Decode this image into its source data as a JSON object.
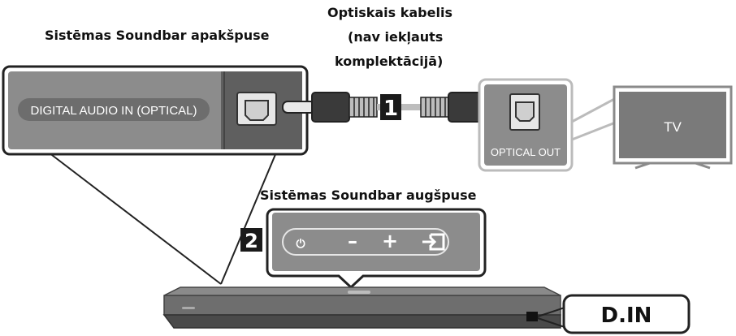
{
  "labels": {
    "soundbar_bottom": "Sistēmas Soundbar apakšpuse",
    "cable_line1": "Optiskais kabelis",
    "cable_line2": "(nav iekļauts",
    "cable_line3": "komplektācijā)",
    "soundbar_top": "Sistēmas Soundbar augšpuse"
  },
  "port_label": "DIGITAL AUDIO IN (OPTICAL)",
  "optical_out": "OPTICAL OUT",
  "tv": "TV",
  "steps": [
    "1",
    "2"
  ],
  "display_text": "D.IN",
  "panel_icons": [
    "power-icon",
    "minus-icon",
    "plus-icon",
    "source-icon"
  ],
  "panel_glyphs": [
    "⏻",
    "–",
    "+",
    ""
  ],
  "colors": {
    "panel_gray": "#8c8c8c",
    "dark_gray": "#5a5a5a",
    "soundbar": "#6e6e6e",
    "cable": "#3a3a3a",
    "badge": "#1a1a1a"
  }
}
